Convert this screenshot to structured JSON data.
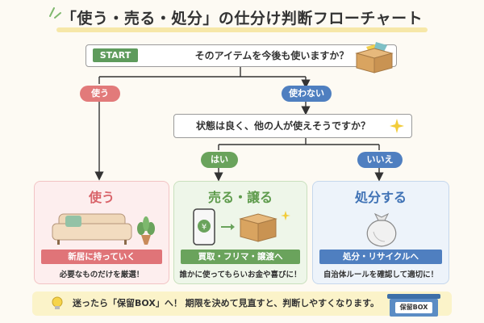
{
  "title": "「使う・売る・処分」の仕分け判断フローチャート",
  "start": {
    "badge": "START",
    "question": "そのアイテムを今後も使いますか？"
  },
  "branches": {
    "use": "使う",
    "not_use": "使わない"
  },
  "question2": "状態は良く、他の人が使えそうですか？",
  "answers": {
    "yes": "はい",
    "no": "いいえ"
  },
  "cards": {
    "use": {
      "title": "使う",
      "band": "新居に持っていく",
      "sub": "必要なものだけを厳選！"
    },
    "sell": {
      "title": "売る・譲る",
      "band": "買取・フリマ・譲渡へ",
      "sub": "誰かに使ってもらいお金や喜びに！"
    },
    "dispose": {
      "title": "処分する",
      "band": "処分・リサイクルへ",
      "sub": "自治体ルールを確認して適切に！"
    }
  },
  "tip": {
    "text": "迷ったら「保留BOX」へ！ 期限を決めて見直すと、判断しやすくなります。",
    "box_label": "保留BOX"
  },
  "colors": {
    "use": "#e27a7a",
    "sell": "#6aa35c",
    "dispose": "#4f7fc0",
    "start_badge": "#5e9b5c"
  }
}
